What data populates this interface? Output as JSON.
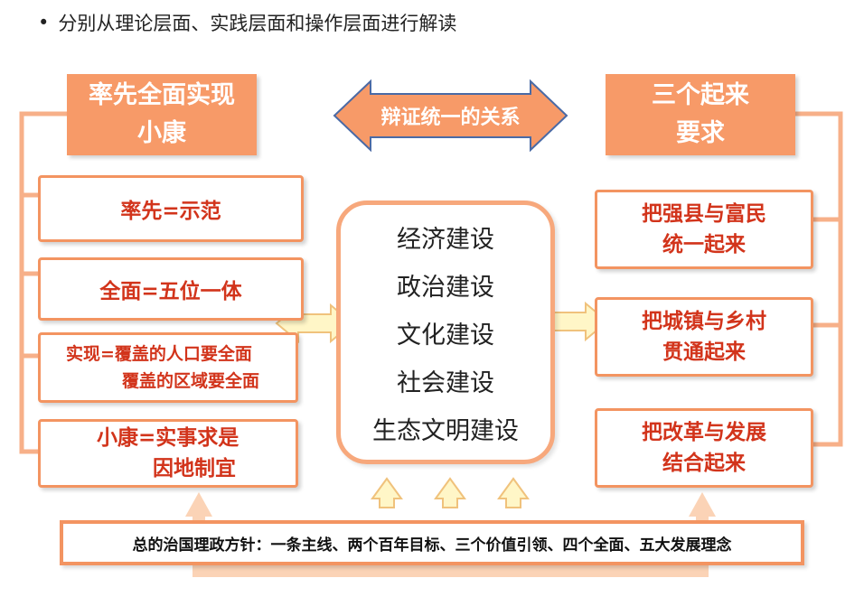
{
  "bullet": {
    "symbol": "•",
    "text": "分别从理论层面、实践层面和操作层面进行解读"
  },
  "left_header": {
    "line1": "率先全面实现",
    "line2": "小康"
  },
  "right_header": {
    "line1": "三个起来",
    "line2": "要求"
  },
  "relation_label": "辩证统一的关系",
  "left_items": [
    {
      "line1": "率先=示范",
      "line2": ""
    },
    {
      "line1": "全面=五位一体",
      "line2": ""
    },
    {
      "line1": "实现=覆盖的人口要全面",
      "line2": "覆盖的区域要全面"
    },
    {
      "line1": "小康=实事求是",
      "line2": "因地制宜"
    }
  ],
  "center_items": [
    "经济建设",
    "政治建设",
    "文化建设",
    "社会建设",
    "生态文明建设"
  ],
  "right_items": [
    {
      "line1": "把强县与富民",
      "line2": "统一起来"
    },
    {
      "line1": "把城镇与乡村",
      "line2": "贯通起来"
    },
    {
      "line1": "把改革与发展",
      "line2": "结合起来"
    }
  ],
  "bottom_text": "总的治国理政方针：一条主线、两个百年目标、三个价值引领、四个全面、五大发展理念",
  "colors": {
    "accent": "#f39461",
    "header_fill": "#f79a68",
    "item_text": "#d2341b",
    "connector": "#f7b089",
    "small_arrow_fill": "#fff6c7",
    "small_arrow_stroke": "#f0c27c"
  }
}
